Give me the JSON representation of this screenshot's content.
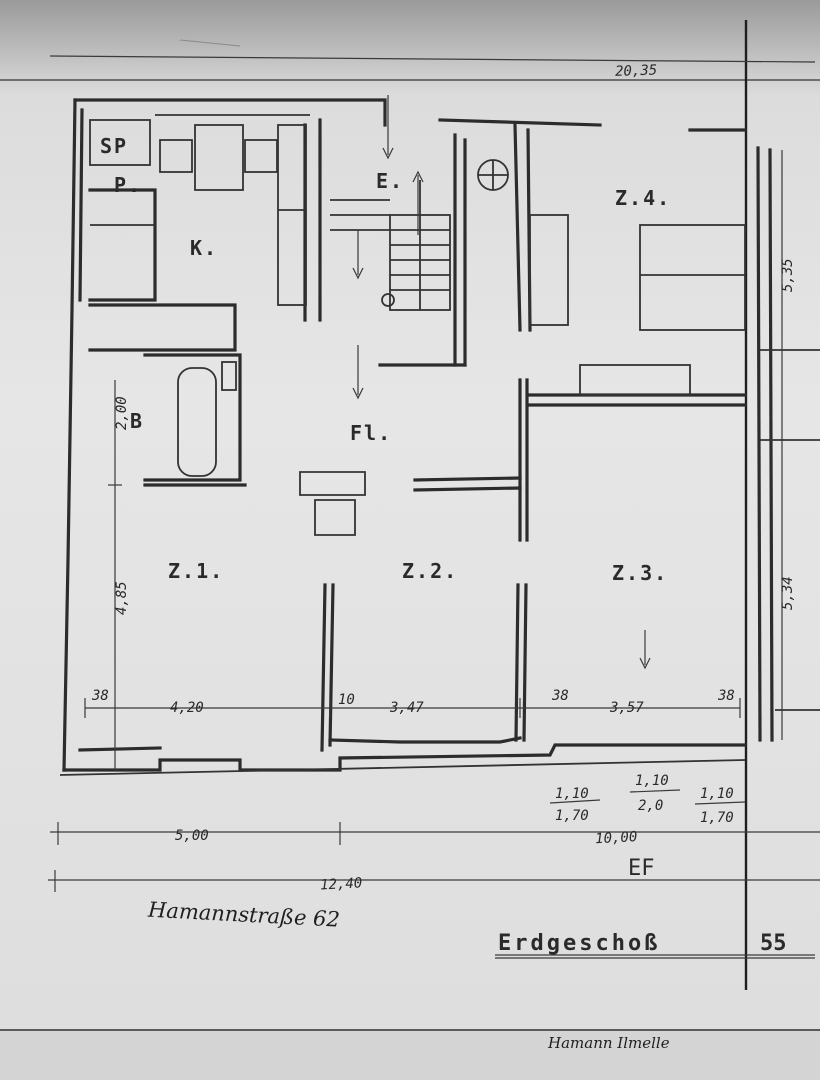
{
  "plan": {
    "rooms": {
      "kitchen": "K.",
      "pantry": "P.",
      "corridor_small": "E.",
      "bath": "B",
      "hall": "Fl.",
      "room1": "Z.1.",
      "room2": "Z.2.",
      "room3": "Z.3.",
      "room4": "Z.4.",
      "top_left": "SP"
    },
    "dimensions": {
      "overall_top": "20,35",
      "room1_width": "4,20",
      "room2_width": "3,47",
      "room3_width": "3,57",
      "wall_left": "38",
      "wall_mid1": "10",
      "wall_mid2": "38",
      "wall_right": "38",
      "height_bath": "2,00",
      "height_room1": "4,85",
      "right_upper": "5,35",
      "right_lower": "5,34",
      "bottom_left": "5,00",
      "bottom_mid": "10,00",
      "bottom_overall": "12,40"
    },
    "window_fractions": [
      {
        "top": "1,10",
        "bottom": "1,70"
      },
      {
        "top": "1,10",
        "bottom": "2,0"
      },
      {
        "top": "1,10",
        "bottom": "1,70"
      }
    ],
    "address": "Hamannstraße 62",
    "title": "Erdgeschoß",
    "title_suffix": "55",
    "mark": "EF",
    "signature": "Hamann Ilmelle"
  }
}
